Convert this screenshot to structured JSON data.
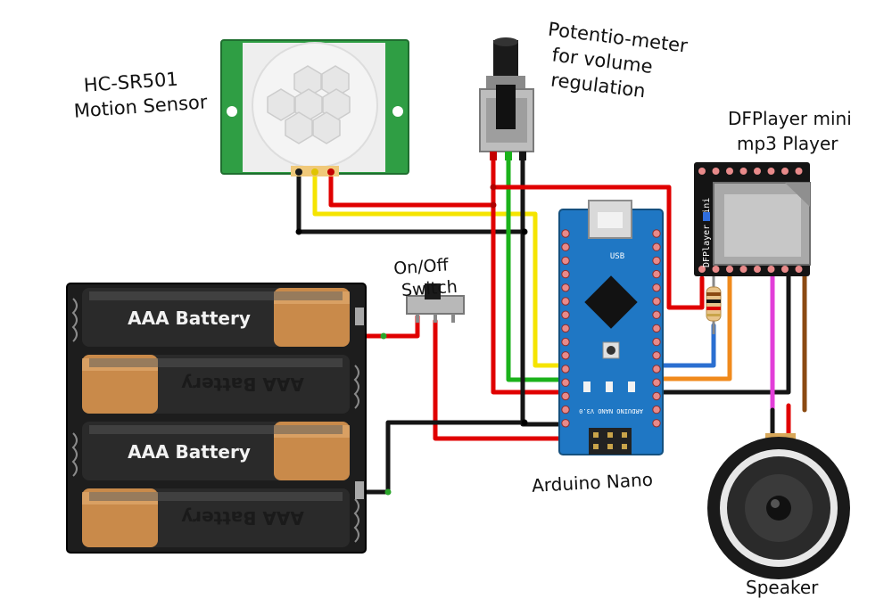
{
  "labels": {
    "motion_sensor": [
      "HC-SR501",
      "Motion Sensor"
    ],
    "potentiometer": [
      "Potentio-",
      "meter",
      "for volume",
      "regulation"
    ],
    "dfplayer": [
      "DFPlayer mini",
      "mp3 Player"
    ],
    "switch": [
      "On/Off",
      "Switch"
    ],
    "arduino": "Arduino Nano",
    "speaker": "Speaker"
  },
  "battery_text": "AAA Battery",
  "board_text": {
    "usb": "USB",
    "nano": "ARDUINO NANO V3.0",
    "dfplayer_module": "DFPlayer Mini"
  },
  "wire_colors": {
    "red": "#e00000",
    "black": "#151515",
    "yellow": "#f5e400",
    "green": "#1bb21b",
    "blue": "#2b6fd1",
    "orange": "#f08a1c",
    "magenta": "#e23ed8",
    "brown": "#8b4a12"
  }
}
